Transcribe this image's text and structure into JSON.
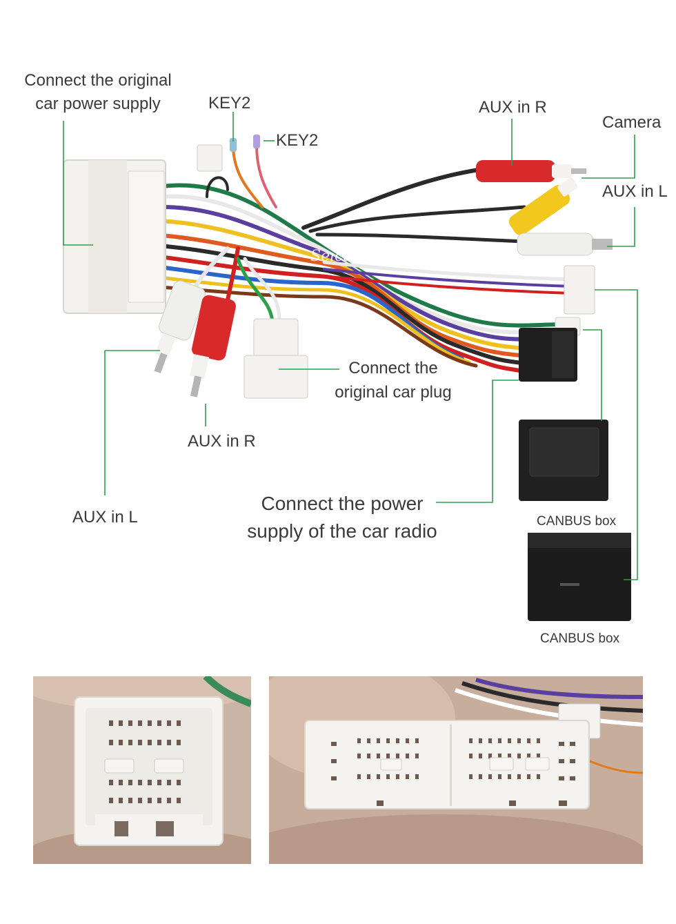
{
  "labels": {
    "original_power": [
      "Connect the original",
      "car power supply"
    ],
    "key2_top": "KEY2",
    "key2_side": "KEY2",
    "aux_r_top": "AUX in R",
    "camera": "Camera",
    "aux_l_right": "AUX in L",
    "original_plug": [
      "Connect the",
      "original car plug"
    ],
    "aux_r_bottom": "AUX in R",
    "aux_l_left": "AUX in L",
    "power_radio": [
      "Connect the power",
      "supply of the car radio"
    ],
    "canbus_1": "CANBUS box",
    "canbus_2": "CANBUS box"
  },
  "watermark": "Seicane",
  "colors": {
    "leader_line": "#2e9e4a",
    "text": "#3a3a3a",
    "connector": "#f3f2ee",
    "box": "#1e1e1e"
  }
}
